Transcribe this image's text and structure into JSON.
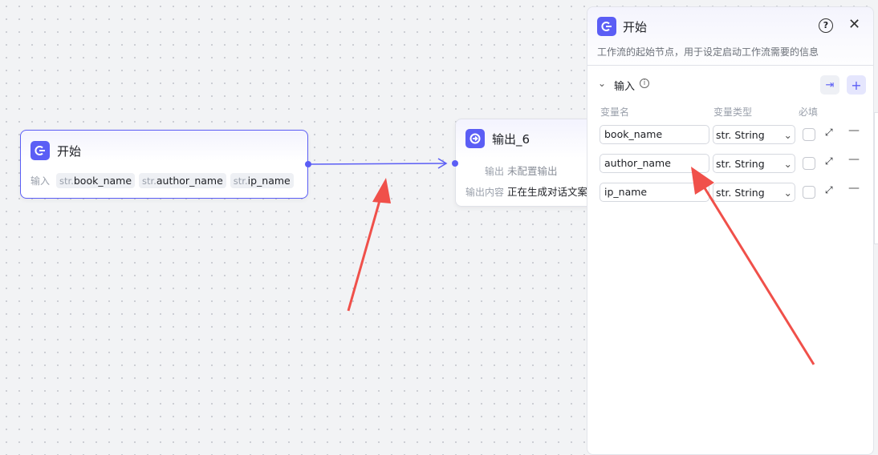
{
  "start_node": {
    "title": "开始",
    "inputs_label": "输入",
    "inputs": [
      {
        "type": "str.",
        "name": "book_name"
      },
      {
        "type": "str.",
        "name": "author_name"
      },
      {
        "type": "str.",
        "name": "ip_name"
      }
    ]
  },
  "output_node": {
    "title": "输出_6",
    "output_label": "输出",
    "output_value": "未配置输出",
    "content_label": "输出内容",
    "content_value": "正在生成对话文案"
  },
  "panel": {
    "title": "开始",
    "description": "工作流的起始节点，用于设定启动工作流需要的信息",
    "section": "输入",
    "columns": [
      "变量名",
      "变量类型",
      "必填"
    ],
    "rows": [
      {
        "name": "book_name",
        "type": "str. String"
      },
      {
        "name": "author_name",
        "type": "str. String"
      },
      {
        "name": "ip_name",
        "type": "str. String"
      }
    ]
  },
  "colors": {
    "accent": "#5b5ef5",
    "annotation": "#f0504a"
  }
}
